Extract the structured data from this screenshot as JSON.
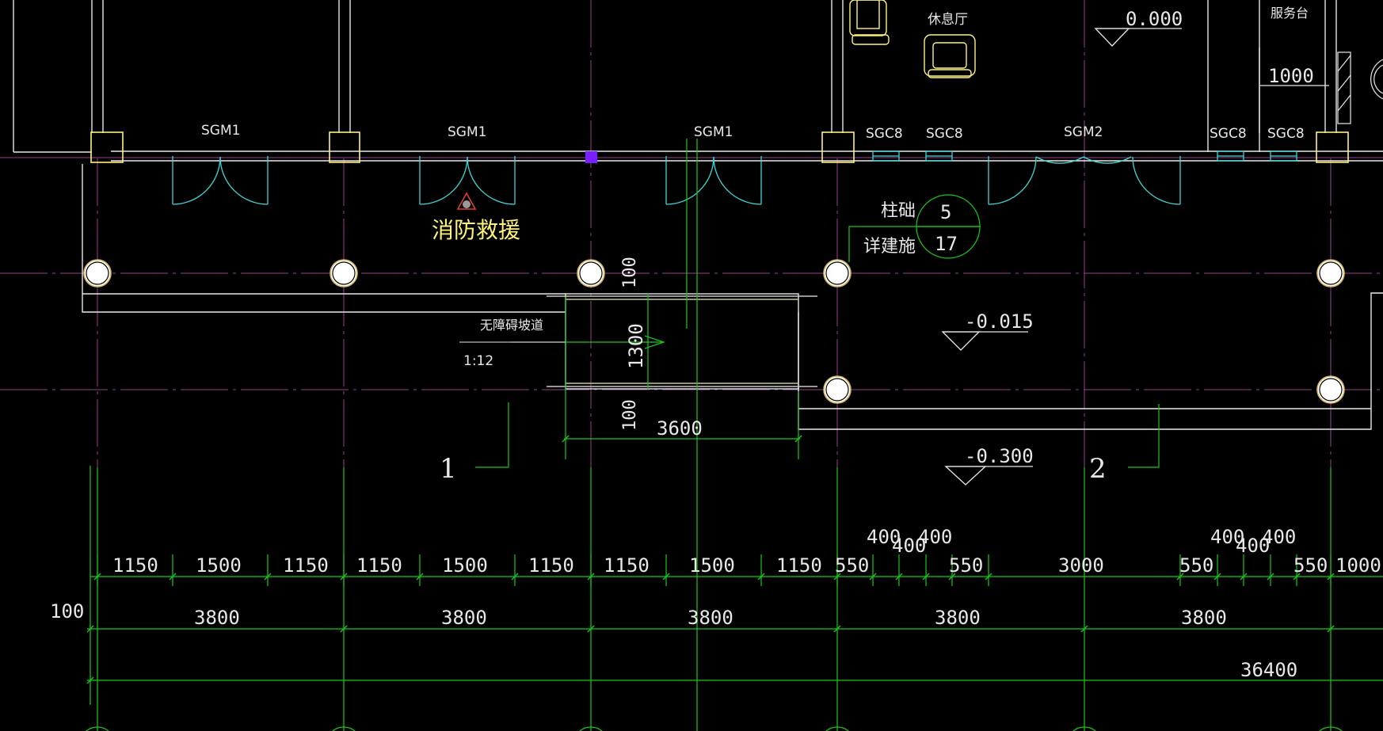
{
  "rooms": {
    "lounge": "休息厅",
    "service_desk": "服务台"
  },
  "door_tags": {
    "sgm1": "SGM1",
    "sgm2": "SGM2",
    "sgc8": "SGC8"
  },
  "fire_rescue": "消防救援",
  "detail_callout": {
    "upper_label": "柱础",
    "lower_label": "详建施",
    "detail_no": "5",
    "sheet_no": "17"
  },
  "ramp": {
    "label": "无障碍坡道",
    "slope": "1:12",
    "width": "1300",
    "length": "3600",
    "top_offset": "100",
    "bottom_offset": "100"
  },
  "elevations": {
    "floor": "0.000",
    "platform": "-0.015",
    "ground": "-0.300"
  },
  "top_dimension": "1000",
  "section_marks": [
    "1",
    "2"
  ],
  "dimensions": {
    "row1": [
      "1150",
      "1500",
      "1150",
      "1150",
      "1500",
      "1150",
      "1150",
      "1500",
      "1150",
      "550",
      "550",
      "3000",
      "550",
      "550",
      "1000"
    ],
    "row1_upper": [
      "400",
      "400",
      "400",
      "400",
      "400",
      "400"
    ],
    "row2": [
      "3800",
      "3800",
      "3800",
      "3800",
      "3800"
    ],
    "left_offset": "100",
    "total": "36400"
  },
  "colors": {
    "background": "#000000",
    "wall": "#ffffff",
    "axis": "#9b3f8e",
    "dimension": "#19c819",
    "column": "#fff27a",
    "door": "#3fd6d6",
    "accent_purple": "#7a1fff",
    "fire_marker": "#e04030"
  }
}
